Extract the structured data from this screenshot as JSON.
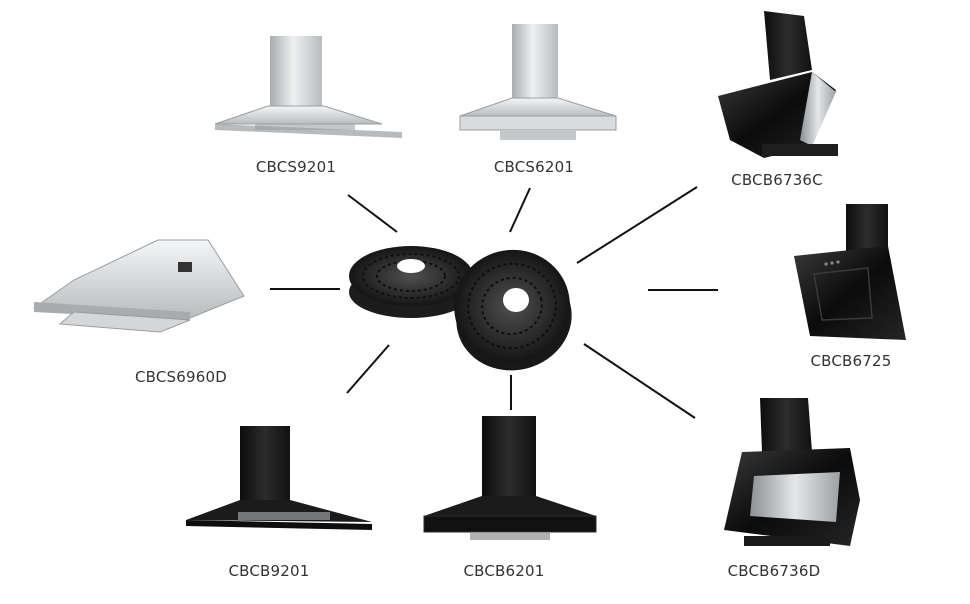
{
  "products": [
    {
      "id": "p1",
      "model": "CBCS9201",
      "finish": "stainless",
      "style": "chimney-wide"
    },
    {
      "id": "p2",
      "model": "CBCS6201",
      "finish": "stainless",
      "style": "chimney-pyramid"
    },
    {
      "id": "p3",
      "model": "CBCB6736C",
      "finish": "black-glass",
      "style": "angled-steel-panel"
    },
    {
      "id": "p4",
      "model": "CBCS6960D",
      "finish": "stainless",
      "style": "telescopic"
    },
    {
      "id": "p5",
      "model": "CBCB6725",
      "finish": "black-glass",
      "style": "angled"
    },
    {
      "id": "p6",
      "model": "CBCB9201",
      "finish": "black",
      "style": "chimney-wide"
    },
    {
      "id": "p7",
      "model": "CBCB6201",
      "finish": "black",
      "style": "chimney-pyramid"
    },
    {
      "id": "p8",
      "model": "CBCB6736D",
      "finish": "black-glass",
      "style": "angled-steel-panel"
    }
  ],
  "center": {
    "item": "carbon-filter-pair",
    "count": 2
  },
  "colors": {
    "steel": "#c9cbcd",
    "black": "#1a1a1a",
    "filter": "#2a2a2a",
    "label": "#333333"
  }
}
